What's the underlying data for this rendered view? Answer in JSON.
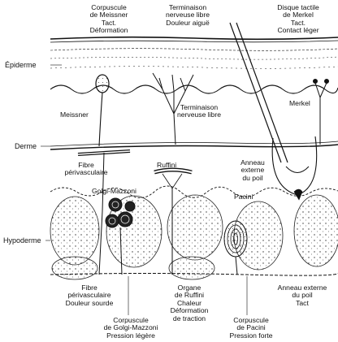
{
  "layers": {
    "epidermis": "Épiderme",
    "dermis": "Derme",
    "hypodermis": "Hypoderme"
  },
  "top_labels": {
    "meissner": [
      "Corpuscule",
      "de Meissner",
      "Tact.",
      "Déformation"
    ],
    "free_nerve": [
      "Terminaison",
      "nerveuse libre",
      "Douleur aiguë"
    ],
    "merkel": [
      "Disque tactile",
      "de Merkel",
      "Tact.",
      "Contact léger"
    ]
  },
  "inline_labels": {
    "meissner": "Meissner",
    "free_nerve": [
      "Terminaison",
      "nerveuse libre"
    ],
    "merkel": "Merkel",
    "perivascular": [
      "Fibre",
      "périvasculaire"
    ],
    "ruffini": "Ruffini",
    "hair_ring": [
      "Anneau",
      "externe",
      "du poil"
    ],
    "golgi": "Golgi-Mazzoni",
    "pacini": "Pacini"
  },
  "bottom_labels": {
    "perivascular": [
      "Fibre",
      "périvasculaire",
      "Douleur sourde"
    ],
    "golgi": [
      "Corpuscule",
      "de Golgi-Mazzoni",
      "Pression légère"
    ],
    "ruffini": [
      "Organe",
      "de Ruffini",
      "Chaleur",
      "Déformation",
      "de traction"
    ],
    "pacini": [
      "Corpuscule",
      "de Pacini",
      "Pression forte"
    ],
    "hair_ring": [
      "Anneau externe",
      "du poil",
      "Tact"
    ]
  },
  "colors": {
    "ink": "#111111",
    "background": "#ffffff"
  }
}
